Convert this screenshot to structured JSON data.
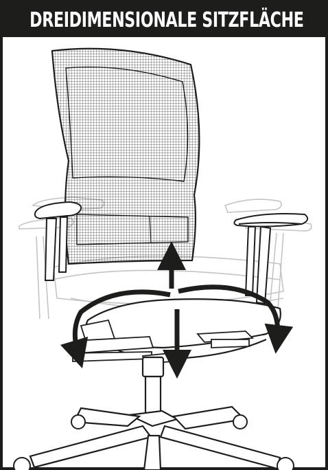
{
  "title": "DREIDIMENSIONALE SITZFLÄCHE",
  "colors": {
    "frame": "#1d1d1b",
    "title_text": "#ffffff",
    "line": "#1d1d1b",
    "faded_line": "#c4c4c4",
    "mesh": "#3a3a3a",
    "arrow": "#1d1d1b"
  },
  "icons": {
    "vertical_arrow": "double-headed-vertical-arrow",
    "tilt_arrow_left": "curved-tilt-arrow-left",
    "tilt_arrow_right": "curved-tilt-arrow-right"
  }
}
